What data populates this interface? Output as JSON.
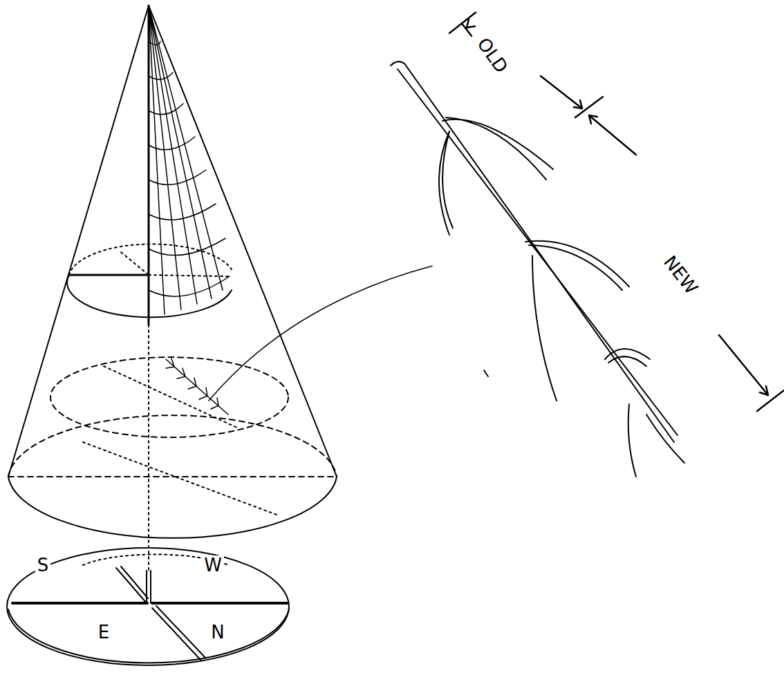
{
  "diagram": {
    "labels": [
      "OLD",
      "NEW",
      "S",
      "W",
      "E",
      "N"
    ]
  }
}
